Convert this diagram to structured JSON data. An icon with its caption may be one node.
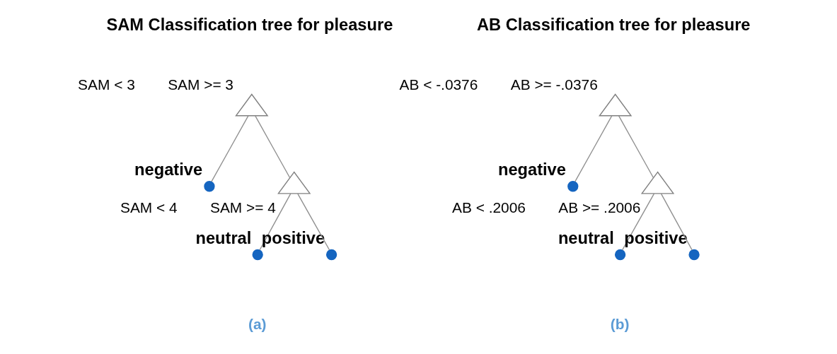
{
  "diagram": {
    "nodes": [
      {
        "text": [],
        "shape": "triangle",
        "beside": [
          "SAM < 3",
          "SAM >= 3"
        ]
      },
      {
        "text": [],
        "shape": "circle",
        "beside": [
          "negative"
        ]
      },
      {
        "text": [],
        "shape": "triangle",
        "beside": [
          "SAM < 4",
          "SAM >= 4"
        ]
      },
      {
        "text": [],
        "shape": "circle",
        "beside": [
          "neutral"
        ]
      },
      {
        "text": [],
        "shape": "circle",
        "beside": [
          "positive"
        ]
      },
      {
        "text": [],
        "shape": "triangle",
        "beside": [
          "AB < -.0376",
          "AB >= -.0376"
        ]
      },
      {
        "text": [],
        "shape": "circle",
        "beside": [
          "negative"
        ]
      },
      {
        "text": [],
        "shape": "triangle",
        "beside": [
          "AB < .2006",
          "AB >= .2006"
        ]
      },
      {
        "text": [],
        "shape": "circle",
        "beside": [
          "neutral"
        ]
      },
      {
        "text": [],
        "shape": "circle",
        "beside": [
          "positive"
        ]
      }
    ],
    "edges": [
      {
        "from": 0,
        "to": 1,
        "arrow": "none"
      },
      {
        "from": 0,
        "to": 2,
        "arrow": "none"
      },
      {
        "from": 2,
        "to": 3,
        "arrow": "none"
      },
      {
        "from": 2,
        "to": 4,
        "arrow": "none"
      },
      {
        "from": 5,
        "to": 6,
        "arrow": "none"
      },
      {
        "from": 5,
        "to": 7,
        "arrow": "none"
      },
      {
        "from": 7,
        "to": 8,
        "arrow": "none"
      },
      {
        "from": 7,
        "to": 9,
        "arrow": "none"
      }
    ],
    "labels": [
      "SAM Classification tree for pleasure",
      "AB Classification tree for pleasure",
      "(a)",
      "(b)"
    ]
  }
}
